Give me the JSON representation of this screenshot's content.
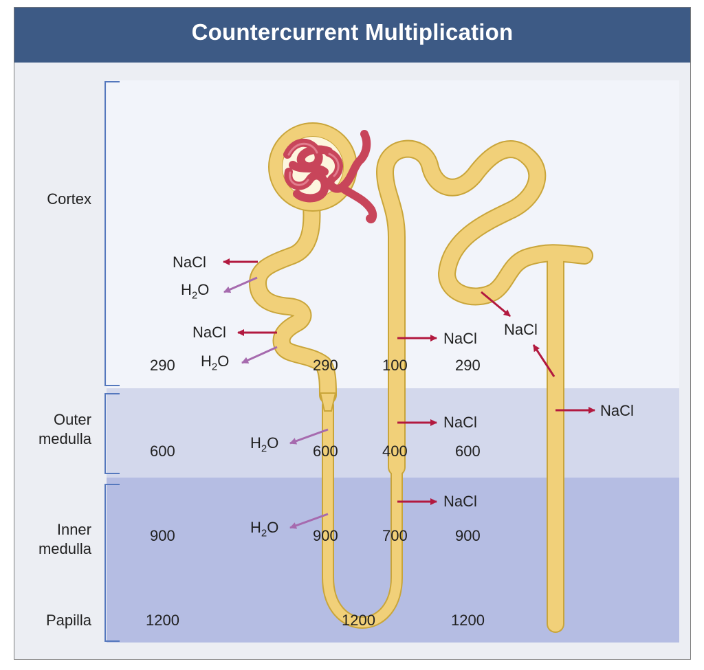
{
  "title": "Countercurrent Multiplication",
  "regions": {
    "cortex": "Cortex",
    "outer_medulla": "Outer\nmedulla",
    "inner_medulla": "Inner\nmedulla",
    "papilla": "Papilla"
  },
  "osmolality": {
    "interstitium_left": [
      "290",
      "600",
      "900",
      "1200"
    ],
    "descending_limb": [
      "290",
      "600",
      "900"
    ],
    "ascending_limb": [
      "100",
      "400",
      "700"
    ],
    "interstitium_right": [
      "290",
      "600",
      "900",
      "1200"
    ],
    "loop_bottom": "1200"
  },
  "transport_labels": {
    "nacl": "NaCl",
    "h2o_base": "H",
    "h2o_sub": "2",
    "h2o_tail": "O"
  },
  "colors": {
    "header": "#3d5a85",
    "tubule": "#f1d079",
    "tubule_outline": "#c9a53a",
    "glomerulus": "#c8455a",
    "nacl_arrow": "#b2193f",
    "h2o_arrow": "#a66aae",
    "bracket": "#5578bd"
  }
}
